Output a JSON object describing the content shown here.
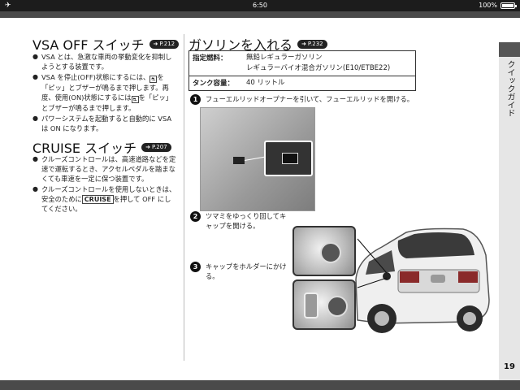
{
  "status_bar": {
    "left_icon": "airplane-icon",
    "time": "6:50",
    "battery": "100%",
    "battery_level": 1.0
  },
  "page_number": "19",
  "side_tab": {
    "label": "クイックガイド"
  },
  "vsa": {
    "title": "VSA OFF スイッチ",
    "ref": "P.212",
    "bullets": [
      [
        "VSA とは、急激な車両の挙動変化を抑制しようとする装置です。"
      ],
      [
        "VSA を停止(OFF)状態にするには、",
        "を「ピッ」とブザーが鳴るまで押します。再度、使用(ON)状態にするには",
        "を「ピッ」とブザーが鳴るまで押します。"
      ],
      [
        "パワーシステムを起動すると自動的に VSA は ON になります。"
      ]
    ]
  },
  "cruise": {
    "title": "CRUISE スイッチ",
    "ref": "P.207",
    "bullets": [
      "クルーズコントロールは、高速道路などを定速で運転するとき、アクセルペダルを踏まなくても車速を一定に保つ装置です。",
      [
        "クルーズコントロールを使用しないときは、安全のために",
        "CRUISE",
        "を押して OFF にしてください。"
      ]
    ]
  },
  "fuel": {
    "title": "ガソリンを入れる",
    "ref": "P.232",
    "table": [
      {
        "key": "指定燃料：",
        "values": [
          "無鉛レギュラーガソリン",
          "レギュラーバイオ混合ガソリン(E10/ETBE22)"
        ]
      },
      {
        "key": "タンク容量：",
        "values": [
          "40 リットル"
        ]
      }
    ],
    "steps": [
      {
        "num": "1",
        "text": "フューエルリッドオープナーを引いて、フューエルリッドを開ける。"
      },
      {
        "num": "2",
        "text": "ツマミをゆっくり回してキャップを開ける。"
      },
      {
        "num": "3",
        "text": "キャップをホルダーにかける。"
      }
    ]
  }
}
